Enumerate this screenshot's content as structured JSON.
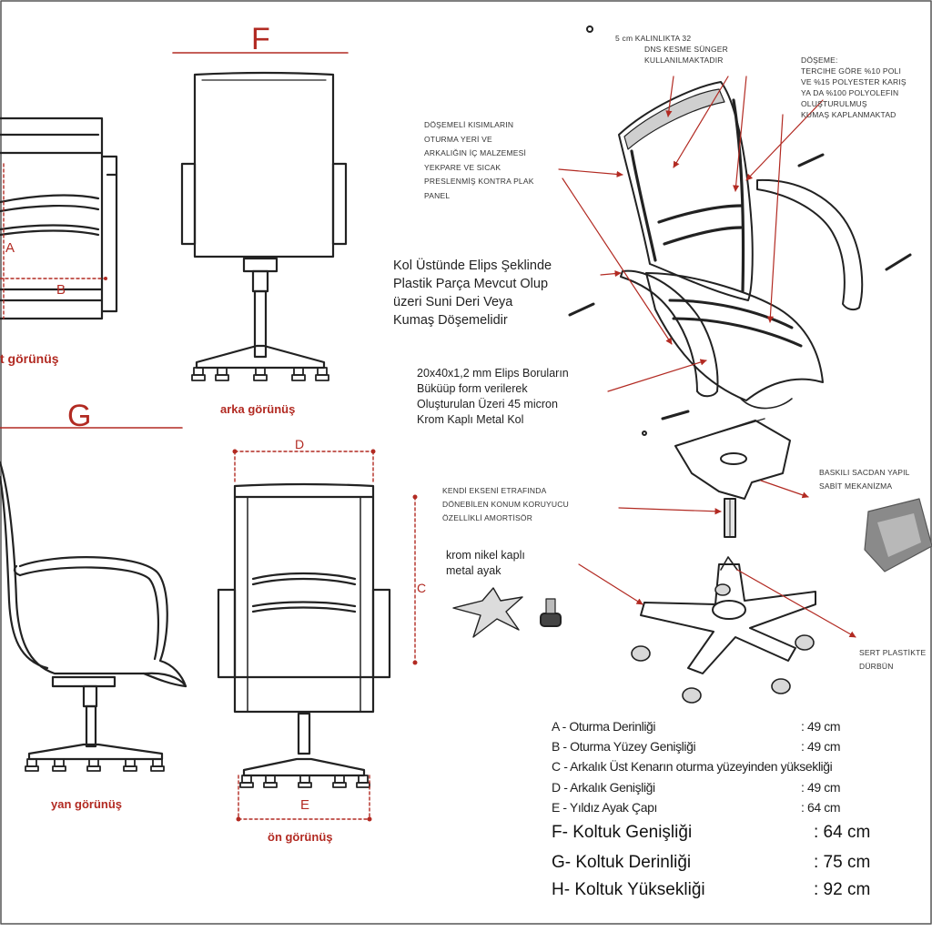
{
  "views": {
    "F": "F",
    "G": "G",
    "arka": "arka görünüş",
    "yan": "yan görünüş",
    "on": "ön görünüş",
    "partial": "t görünüş"
  },
  "dim_letters": {
    "A": "A",
    "B": "B",
    "C": "C",
    "D": "D",
    "E": "E"
  },
  "annotations": {
    "sunger": [
      "5 cm KALINLIKTA 32",
      "DNS KESME SÜNGER",
      "KULLANILMAKTADIR"
    ],
    "doseme": [
      "DÖŞEME:",
      "TERCIHE GÖRE %10 POLI",
      "VE %15 POLYESTER KARIŞ",
      "YA DA %100 POLYOLEFIN",
      "OLUŞTURULMUŞ",
      "KUMAŞ KAPLANMAKTAD"
    ],
    "kontra": [
      "DÖŞEMELİ KISIMLARIN",
      "OTURMA YERİ VE",
      "ARKALIĞIN İÇ MALZEMESİ",
      "YEKPARE VE SICAK",
      "PRESLENMİŞ KONTRA PLAK",
      "PANEL"
    ],
    "kol": [
      "Kol Üstünde Elips Şeklinde",
      "Plastik Parça Mevcut Olup",
      "üzeri Suni Deri Veya",
      "Kumaş Döşemelidir"
    ],
    "boru": [
      "20x40x1,2 mm Elips Boruların",
      "Büküüp form verilerek",
      "Oluşturulan Üzeri 45 micron",
      "Krom Kaplı Metal Kol"
    ],
    "amortisor": [
      "KENDİ EKSENİ ETRAFINDA",
      "DÖNEBİLEN KONUM KORUYUCU",
      "ÖZELLİKLİ AMORTİSÖR"
    ],
    "mekanizma": [
      "BASKILI SACDAN YAPIL",
      "SABİT MEKANİZMA"
    ],
    "ayak": [
      "krom nikel kaplı",
      "metal ayak"
    ],
    "durbun": [
      "SERT PLASTİKTE",
      "DÜRBÜN"
    ]
  },
  "specs": [
    {
      "label": "A - Oturma Derinliği",
      "value": ": 49 cm",
      "size": "sm"
    },
    {
      "label": "B - Oturma Yüzey Genişliği",
      "value": ": 49 cm",
      "size": "sm"
    },
    {
      "label": "C - Arkalık Üst Kenarın oturma yüzeyinden yüksekliği",
      "value": "",
      "size": "sm"
    },
    {
      "label": "D - Arkalık Genişliği",
      "value": ": 49 cm",
      "size": "sm"
    },
    {
      "label": "E - Yıldız Ayak Çapı",
      "value": ": 64 cm",
      "size": "sm"
    },
    {
      "label": "F- Koltuk Genişliği",
      "value": ": 64 cm",
      "size": "lg"
    },
    {
      "label": "G- Koltuk Derinliği",
      "value": ": 75 cm",
      "size": "lg"
    },
    {
      "label": "H- Koltuk Yüksekliği",
      "value": ": 92 cm",
      "size": "lg"
    }
  ],
  "colors": {
    "dimension": "#b22a22",
    "line": "#222222"
  }
}
